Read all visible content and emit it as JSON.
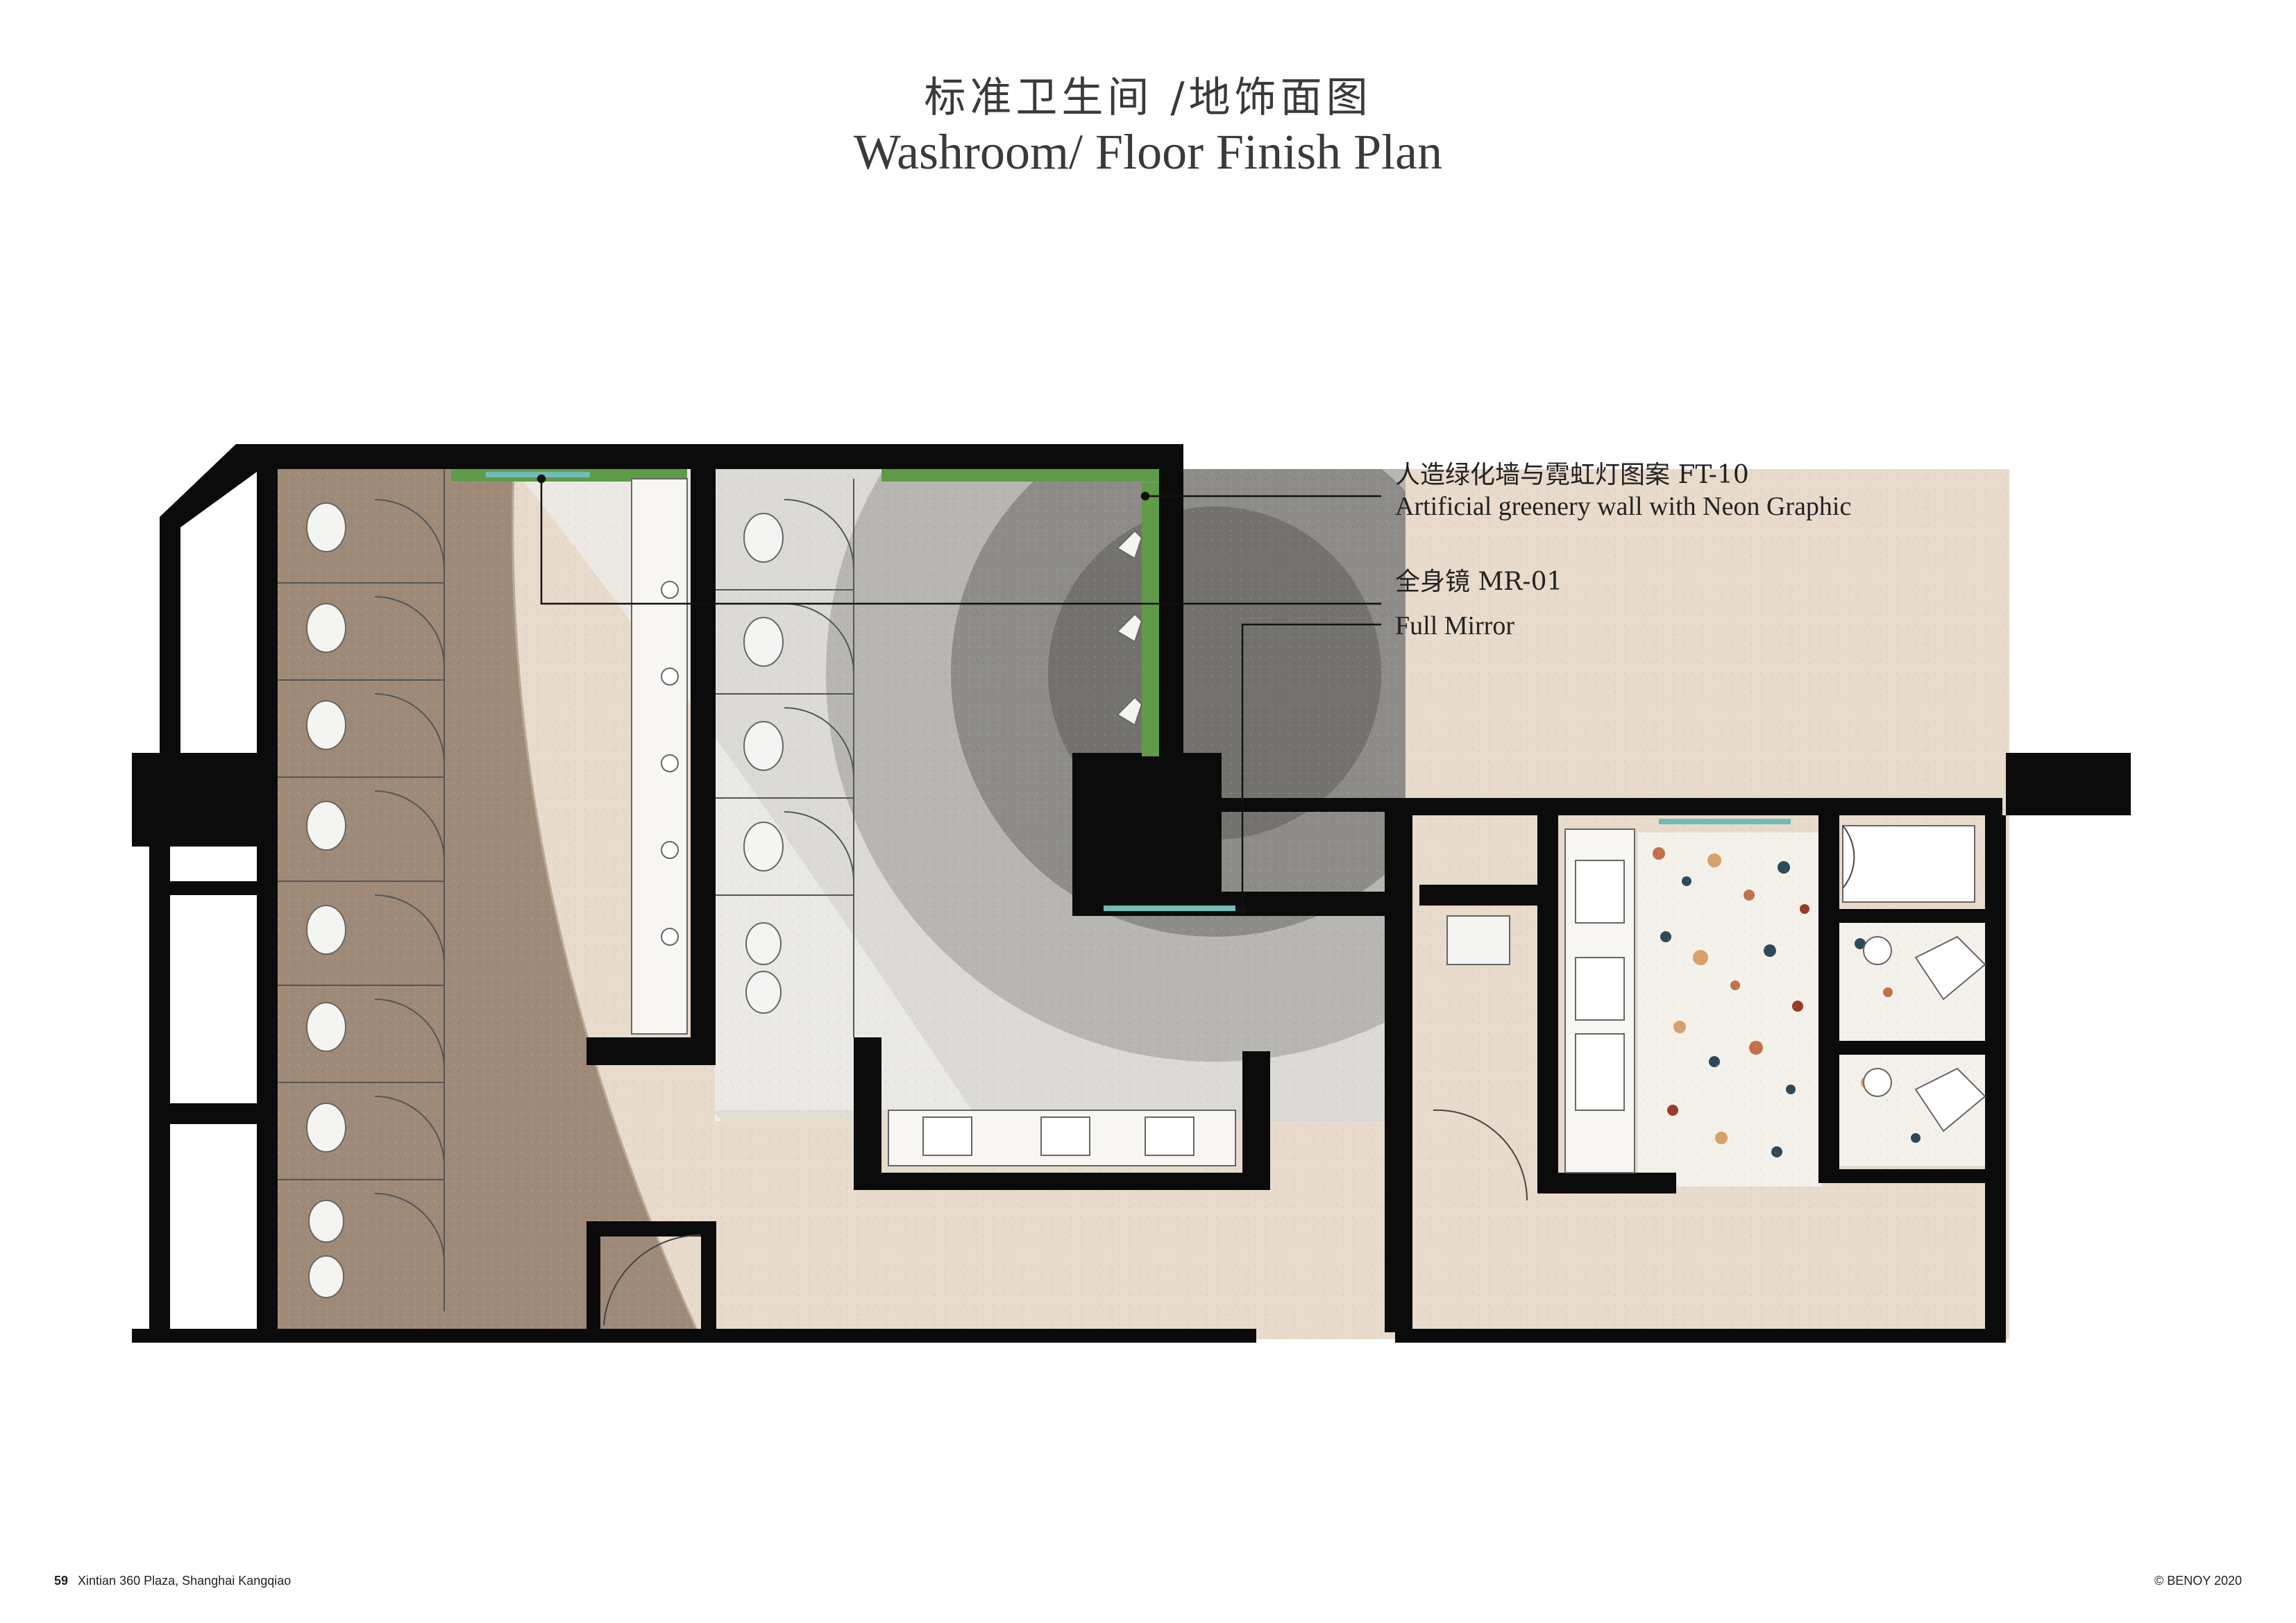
{
  "title": {
    "zh": "标准卫生间 /地饰面图",
    "en": "Washroom/ Floor Finish Plan"
  },
  "callouts": [
    {
      "zh": "人造绿化墙与霓虹灯图案 FT-10",
      "en": "Artificial greenery wall with Neon Graphic"
    },
    {
      "zh": "全身镜 MR-01",
      "en": "Full Mirror"
    }
  ],
  "footer": {
    "page_number": "59",
    "project": "Xintian 360 Plaza, Shanghai Kangqiao",
    "copyright": "© BENOY 2020"
  },
  "colors": {
    "wall": "#0b0b0b",
    "beige_floor": "#e8dbcc",
    "brown_floor": "#9f8a78",
    "grey_floor": "#aaa9a6",
    "dark_grey_floor": "#7d7b77",
    "light_grey_floor": "#dcdad6",
    "greenery": "#5f9b48",
    "terrazzo_base": "#f4f1ea",
    "mirror": "#6fbcb8"
  }
}
